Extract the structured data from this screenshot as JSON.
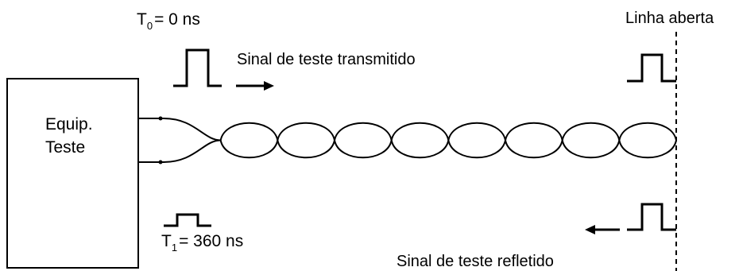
{
  "diagram": {
    "equipment_label_line1": "Equip.",
    "equipment_label_line2": "Teste",
    "t0": {
      "symbol": "T",
      "subscript": "0",
      "value": "= 0 ns"
    },
    "t1": {
      "symbol": "T",
      "subscript": "1",
      "value": "= 360 ns"
    },
    "transmitted_label": "Sinal de teste transmitido",
    "reflected_label": "Sinal de teste refletido",
    "open_line_label": "Linha aberta",
    "line_segments": 9,
    "colors": {
      "stroke": "#000000",
      "background": "#ffffff"
    }
  }
}
